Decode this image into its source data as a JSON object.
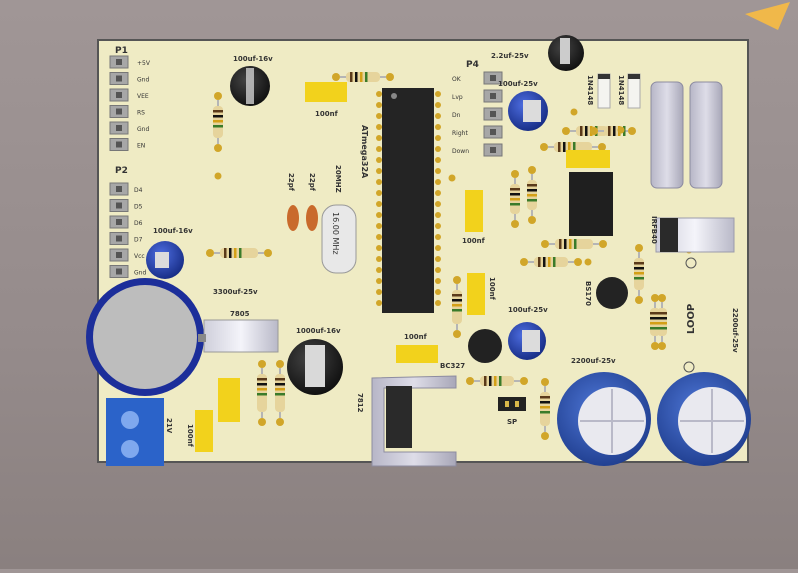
{
  "board": {
    "colors": {
      "pcb": "#efebc4",
      "silk": "#3a3a3a",
      "electrolytic_blue": "#1e3aa8",
      "electrolytic_black": "#1b1b1b",
      "yellow_cap": "#f2d21c",
      "terminal_blue": "#2b63c9"
    }
  },
  "headers": {
    "p1": {
      "name": "P1",
      "pins": [
        "+5V",
        "Gnd",
        "VEE",
        "RS",
        "Gnd",
        "EN"
      ]
    },
    "p2": {
      "name": "P2",
      "pins": [
        "D4",
        "D5",
        "D6",
        "D7",
        "Vcc",
        "Gnd"
      ]
    },
    "p4": {
      "name": "P4",
      "pins": [
        "OK",
        "Lvp",
        "Dn",
        "Right",
        "Down"
      ]
    }
  },
  "labels": {
    "cap_100uf_16v_top": "100uf-16v",
    "cap_100nf_top": "100nf",
    "mcu": "ATmega32A",
    "crystal_freq": "20MHZ",
    "crystal_marking": "16.00 MHz",
    "cap_22pf_a": "22pf",
    "cap_22pf_b": "22pf",
    "cap_100uf_16v_mid": "100uf-16v",
    "cap_3300uf": "3300uf-25v",
    "reg_7805": "7805",
    "cap_1000uf": "1000uf-16v",
    "cap_100nf_mid": "100nf",
    "cap_100nf_bottom": "100nf",
    "cap_100nf_right": "100nf",
    "cap_100nf_right2": "100nf",
    "cap_2_2uf": "2.2uf-25v",
    "cap_100uf_25v_top": "100uf-25v",
    "diode_a": "1N4148",
    "diode_b": "1N4148",
    "mosfet": "IRFB40",
    "transistor_bs": "BS170",
    "transistor_bc": "BC327",
    "cap_100uf_25v_mid": "100uf-25v",
    "cap_2200uf_a": "2200uf-25v",
    "cap_2200uf_b": "2200uf-25v",
    "loop": "LOOP",
    "reg_7812": "7812",
    "jumper": "SP",
    "power_terminal": "21V"
  }
}
